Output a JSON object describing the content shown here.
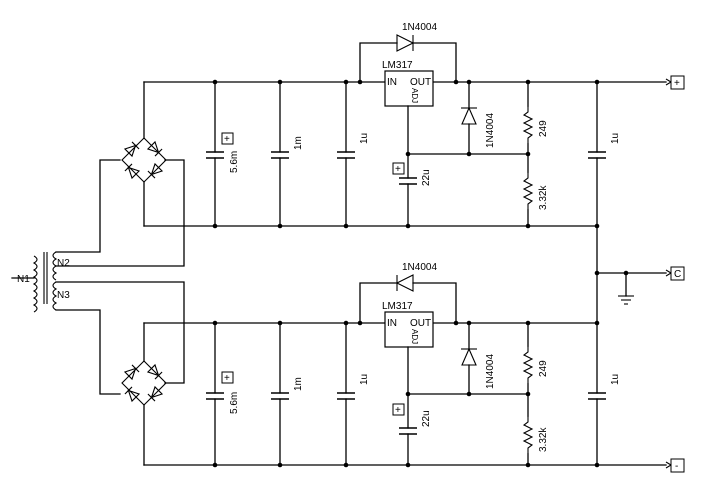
{
  "transformer": {
    "primary": "N1",
    "secondary_top": "N2",
    "secondary_bottom": "N3"
  },
  "top_rail": {
    "bypass_diode": "1N4004",
    "regulator": {
      "name": "LM317",
      "in": "IN",
      "out": "OUT",
      "adj": "ADJ"
    },
    "reverse_diode": "1N4004",
    "polarity_mark": "+",
    "c_reservoir": "5.6m",
    "c_bulk": "1m",
    "c_in": "1u",
    "c_adj": "22u",
    "r_top": "249",
    "r_bottom": "3.32k",
    "c_out": "1u",
    "terminal": "+"
  },
  "bottom_rail": {
    "bypass_diode": "1N4004",
    "regulator": {
      "name": "LM317",
      "in": "IN",
      "out": "OUT",
      "adj": "ADJ"
    },
    "reverse_diode": "1N4004",
    "polarity_mark": "+",
    "c_reservoir": "5.6m",
    "c_bulk": "1m",
    "c_in": "1u",
    "c_adj": "22u",
    "r_top": "249",
    "r_bottom": "3.32k",
    "c_out": "1u",
    "terminal": "-"
  },
  "common_terminal": "C"
}
